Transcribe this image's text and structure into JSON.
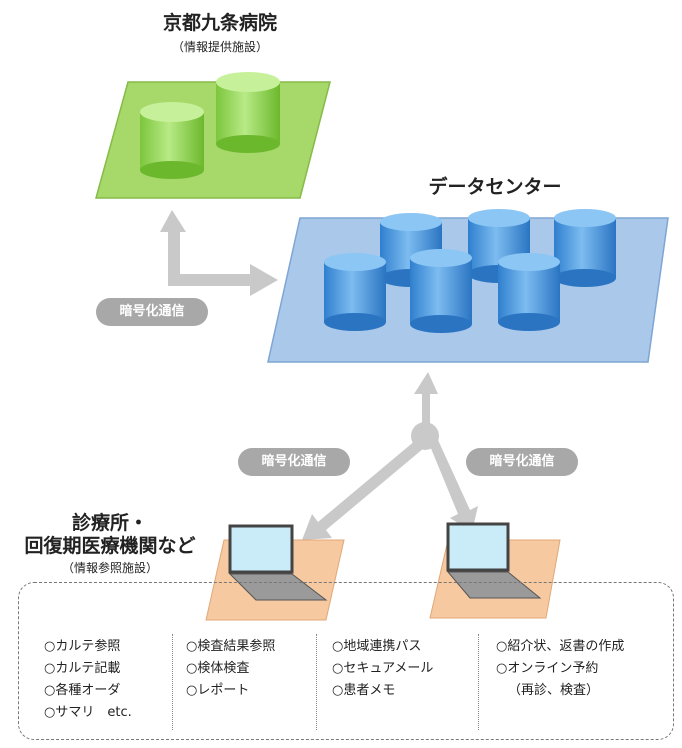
{
  "hospital": {
    "title": "京都九条病院",
    "subtitle": "（情報提供施設）"
  },
  "datacenter": {
    "title": "データセンター"
  },
  "clinic": {
    "title_line1": "診療所・",
    "title_line2": "回復期医療機関など",
    "subtitle": "（情報参照施設）"
  },
  "badges": {
    "top_left": "暗号化通信",
    "bottom_left": "暗号化通信",
    "bottom_right": "暗号化通信"
  },
  "features": {
    "col1": [
      "○カルテ参照",
      "○カルテ記載",
      "○各種オーダ",
      "○サマリ　etc."
    ],
    "col2": [
      "○検査結果参照",
      "○検体検査",
      "○レポート"
    ],
    "col3": [
      "○地域連携パス",
      "○セキュアメール",
      "○患者メモ"
    ],
    "col4": [
      "○紹介状、返書の作成",
      "○オンライン予約",
      "（再診、検査）"
    ]
  },
  "colors": {
    "hospital_platform": "#a6d86a",
    "hospital_cylinder": "#8ed14f",
    "datacenter_platform": "#a9c8ea",
    "datacenter_cylinder": "#4a97dc",
    "clinic_platform": "#f6c9a0",
    "arrow": "#c9c9c9",
    "badge": "#a8a8a8"
  }
}
